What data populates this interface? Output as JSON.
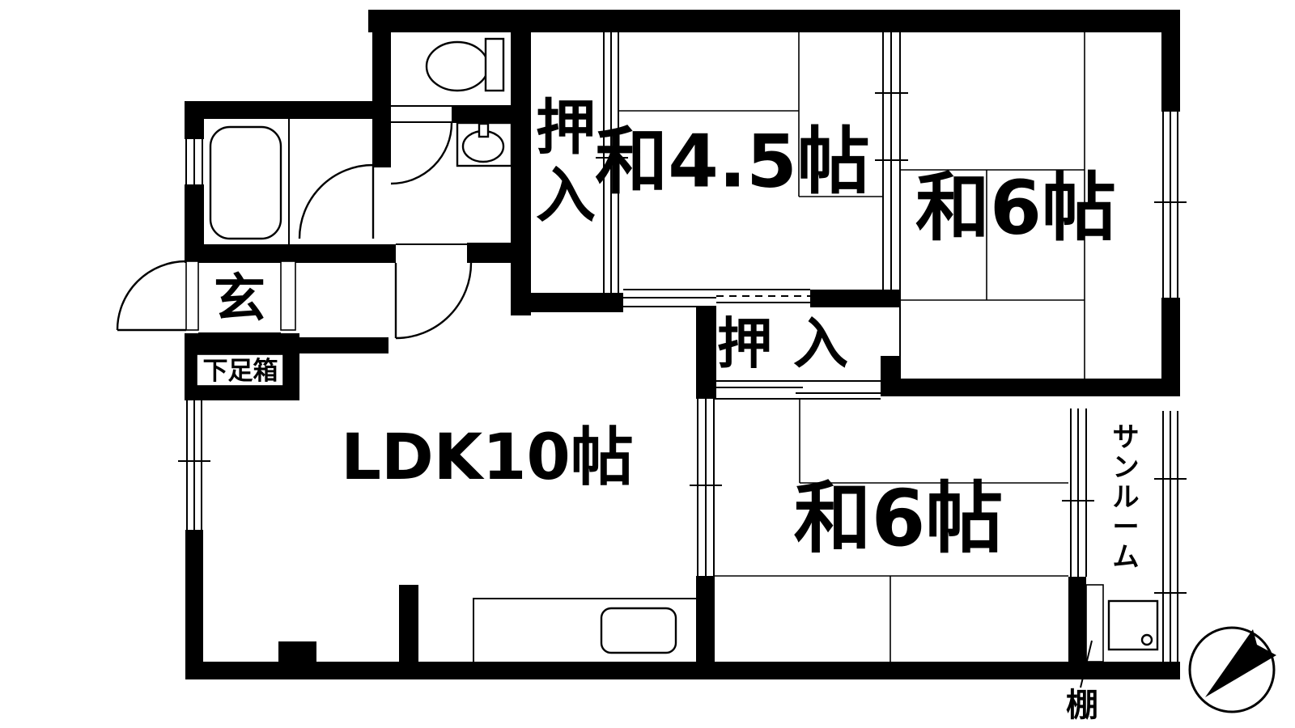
{
  "title": "Japanese apartment floor plan",
  "colors": {
    "wall": "#000000",
    "background": "#ffffff",
    "line": "#000000"
  },
  "labels": {
    "genkan": "玄",
    "shoe_box": "下足箱",
    "closet_upper_chars": [
      "押",
      "入"
    ],
    "closet_lower": "押入",
    "room_45": "和4.5帖",
    "room_6_upper": "和6帖",
    "room_6_lower": "和6帖",
    "ldk": "LDK10帖",
    "sunroom_chars": [
      "サ",
      "ン",
      "ル",
      "ー",
      "ム"
    ],
    "shelf": "棚"
  }
}
